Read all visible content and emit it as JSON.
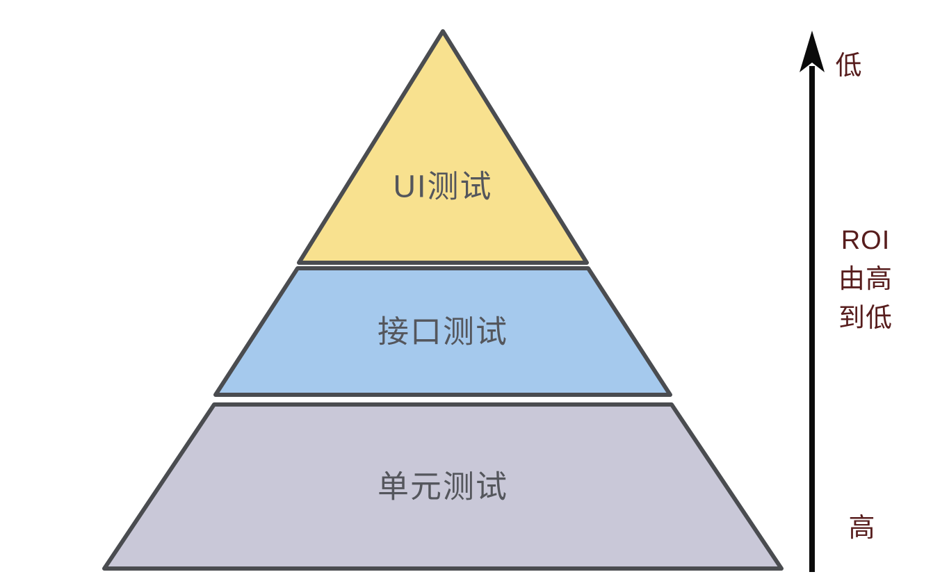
{
  "pyramid": {
    "outline_color": "#4A4C50",
    "label_color": "#54565C",
    "layers": [
      {
        "id": "ui-test",
        "label": "UI测试",
        "fill": "#F8E18F"
      },
      {
        "id": "api-test",
        "label": "接口测试",
        "fill": "#A5C9ED"
      },
      {
        "id": "unit-test",
        "label": "单元测试",
        "fill": "#C9C8D8"
      }
    ]
  },
  "roi_axis": {
    "arrow_color": "#0B0B0B",
    "label_color": "#571D1D",
    "top_label": "低",
    "middle_lines": [
      "ROI",
      "由高",
      "到低"
    ],
    "bottom_label": "高"
  }
}
